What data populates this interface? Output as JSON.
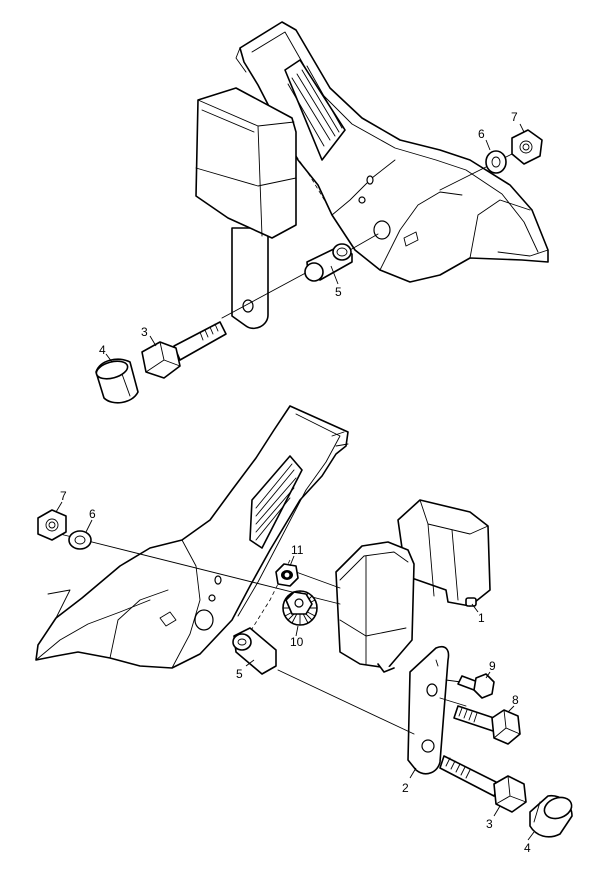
{
  "callouts": {
    "top": [
      "7",
      "6",
      "5",
      "3",
      "4"
    ],
    "bottom": [
      "7",
      "6",
      "11",
      "10",
      "1",
      "5",
      "9",
      "8",
      "2",
      "3",
      "4"
    ]
  }
}
